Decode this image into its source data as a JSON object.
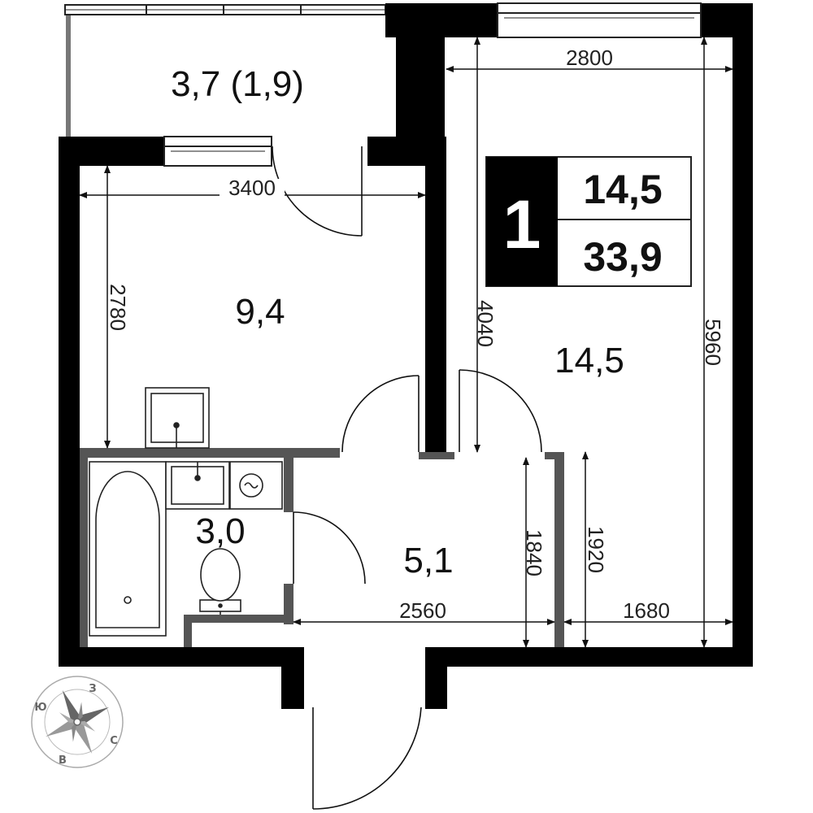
{
  "apartment": {
    "rooms_count": "1",
    "living_area": "14,5",
    "total_area": "33,9"
  },
  "rooms": {
    "balcony": "3,7 (1,9)",
    "kitchen": "9,4",
    "living_room": "14,5",
    "bathroom": "3,0",
    "hallway": "5,1"
  },
  "dimensions": {
    "kitchen_width": "3400",
    "kitchen_depth": "2780",
    "living_width": "2800",
    "living_wall_4040": "4040",
    "living_depth": "5960",
    "hall_width": "2560",
    "hall_depth": "1840",
    "nook_depth": "1920",
    "nook_width": "1680"
  },
  "compass": {
    "north": "С",
    "south": "Ю",
    "east": "В",
    "west": "З"
  },
  "colors": {
    "wall": "#000000",
    "partition": "#555555",
    "line": "#111111"
  }
}
